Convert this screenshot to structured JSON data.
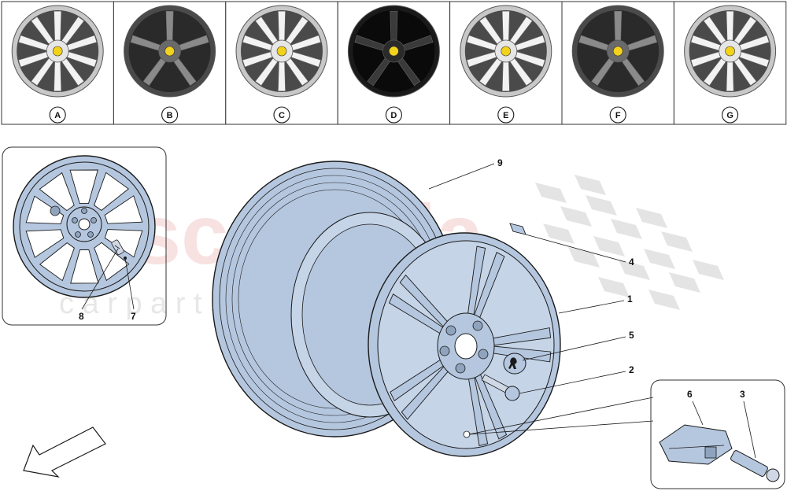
{
  "variants": [
    {
      "letter": "A",
      "tone": "light"
    },
    {
      "letter": "B",
      "tone": "dark"
    },
    {
      "letter": "C",
      "tone": "light"
    },
    {
      "letter": "D",
      "tone": "black"
    },
    {
      "letter": "E",
      "tone": "light"
    },
    {
      "letter": "F",
      "tone": "dark"
    },
    {
      "letter": "G",
      "tone": "light"
    }
  ],
  "callouts": {
    "n1": "1",
    "n2": "2",
    "n3": "3",
    "n4": "4",
    "n5": "5",
    "n6": "6",
    "n7": "7",
    "n8": "8",
    "n9": "9"
  },
  "watermark": {
    "main": "scuderia",
    "sub": "c a r   p a r t s"
  },
  "colors": {
    "part_fill": "#b5c7df",
    "outline": "#1a1a1a",
    "brand_yellow": "#f2d21a",
    "watermark_red": "#f3c9c9"
  }
}
